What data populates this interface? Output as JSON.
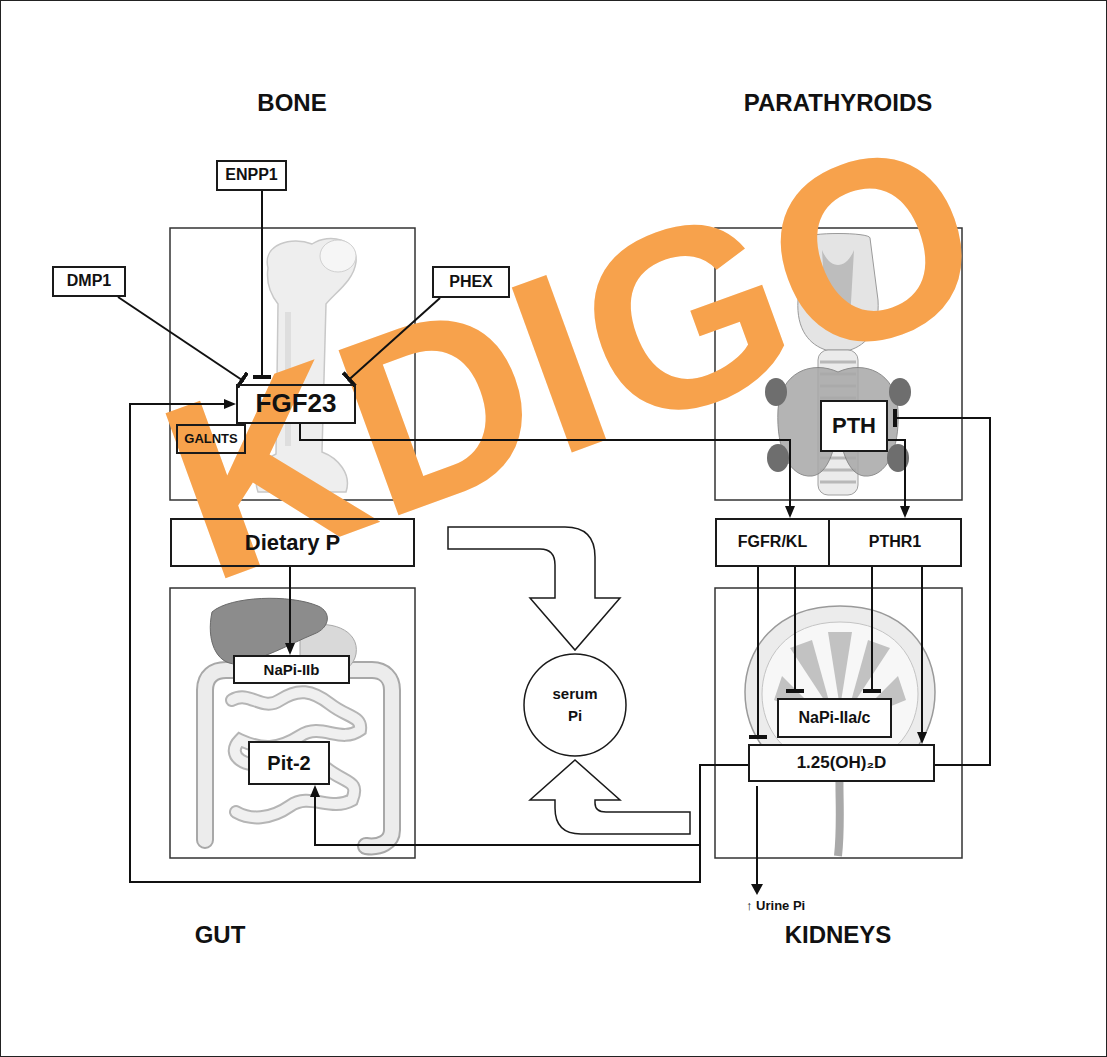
{
  "diagram": {
    "nodes": [
      {
        "text": [
          "DMP1"
        ]
      },
      {
        "text": [
          "ENPP1"
        ]
      },
      {
        "text": [
          "PHEX"
        ]
      },
      {
        "text": [
          "FGF23"
        ]
      },
      {
        "text": [
          "GALNTS"
        ]
      },
      {
        "text": [
          "PTH"
        ]
      },
      {
        "text": [
          "Dietary P"
        ]
      },
      {
        "text": [
          "serum Pi"
        ]
      },
      {
        "text": [
          "FGFR/KL"
        ]
      },
      {
        "text": [
          "PTHR1"
        ]
      },
      {
        "text": [
          "NaPi-IIb"
        ]
      },
      {
        "text": [
          "NaPi-IIa/c"
        ]
      },
      {
        "text": [
          "Pit-2"
        ]
      },
      {
        "text": [
          "1.25(OH)₂D"
        ]
      }
    ],
    "edges": [
      {
        "from": 0,
        "to": 3,
        "arrow": "to"
      },
      {
        "from": 1,
        "to": 3,
        "arrow": "to"
      },
      {
        "from": 2,
        "to": 3,
        "arrow": "to"
      },
      {
        "from": 3,
        "to": 8,
        "arrow": "to"
      },
      {
        "from": 5,
        "to": 9,
        "arrow": "to"
      },
      {
        "from": 13,
        "to": 5,
        "arrow": "to"
      },
      {
        "from": 8,
        "to": 11,
        "arrow": "to"
      },
      {
        "from": 8,
        "to": 13,
        "arrow": "to"
      },
      {
        "from": 9,
        "to": 11,
        "arrow": "to"
      },
      {
        "from": 9,
        "to": 13,
        "arrow": "to"
      },
      {
        "from": 13,
        "to": 12,
        "arrow": "to"
      },
      {
        "from": 13,
        "to": 3,
        "arrow": "to"
      },
      {
        "from": 6,
        "to": 10,
        "arrow": "to"
      }
    ],
    "labels": [
      "BONE",
      "PARATHYROIDS",
      "KDIGO",
      "↑ Urine Pi",
      "GUT",
      "KIDNEYS"
    ]
  }
}
